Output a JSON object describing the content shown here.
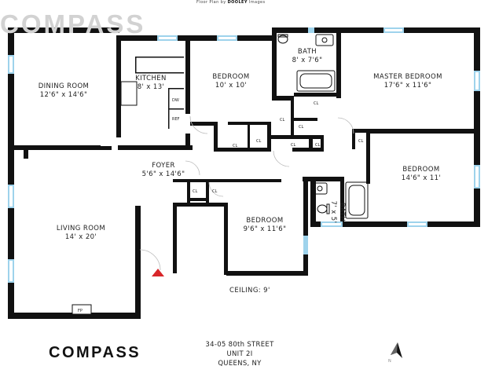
{
  "credit": {
    "prefix": "Floor Plan by",
    "brand": "DOOLEY",
    "suffix": "Images"
  },
  "brand": {
    "watermark": "COMPASS",
    "logo": "COMPASS"
  },
  "rooms": {
    "dining": {
      "name": "DINING ROOM",
      "dims": "12'6\" x 14'6\""
    },
    "kitchen": {
      "name": "KITCHEN",
      "dims": "8' x 13'"
    },
    "bedroom1": {
      "name": "BEDROOM",
      "dims": "10' x 10'"
    },
    "bath1": {
      "name": "BATH",
      "dims": "8' x 7'6\""
    },
    "master": {
      "name": "MASTER BEDROOM",
      "dims": "17'6\" x 11'6\""
    },
    "bedroom2": {
      "name": "BEDROOM",
      "dims": "14'6\" x 11'"
    },
    "bath2": {
      "name": "BATH",
      "dims": "7' x 5'"
    },
    "foyer": {
      "name": "FOYER",
      "dims": "5'6\" x 14'6\""
    },
    "living": {
      "name": "LIVING ROOM",
      "dims": "14' x 20'"
    },
    "bedroom3": {
      "name": "BEDROOM",
      "dims": "9'6\" x 11'6\""
    }
  },
  "fixtures": {
    "dw": "DW",
    "ref": "REF",
    "fp": "FP",
    "closet": "CL"
  },
  "ceiling": "CEILING: 9'",
  "address": {
    "line1": "34-05 80th STREET",
    "line2": "UNIT 2I",
    "line3": "QUEENS, NY"
  },
  "compass_letter": "N",
  "colors": {
    "wall": "#111111",
    "window": "#9ed3ec",
    "entry_marker": "#d8262a"
  }
}
